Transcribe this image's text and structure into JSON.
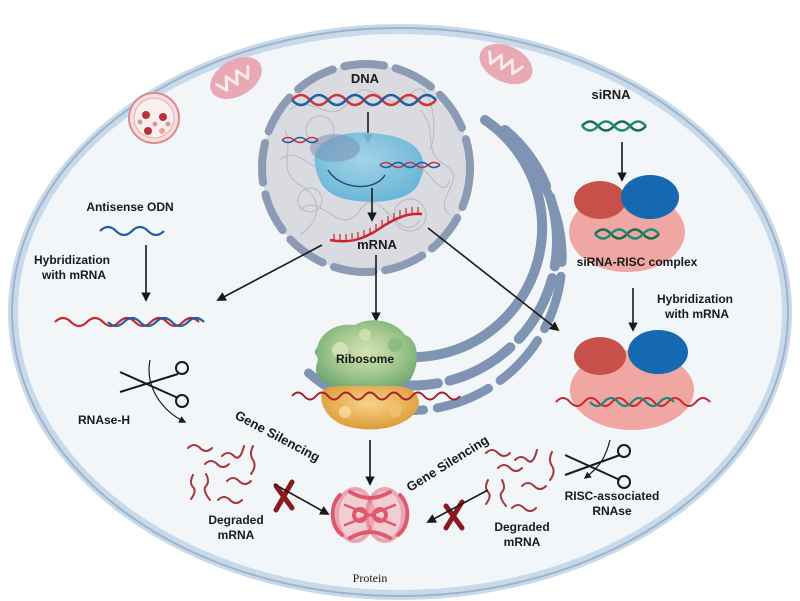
{
  "diagram": {
    "title": "Antisense ODN and siRNA gene silencing mechanisms",
    "labels": {
      "dna": "DNA",
      "mrna": "mRNA",
      "antisense_odn": "Antisense ODN",
      "hybridization_left_line1": "Hybridization",
      "hybridization_left_line2": "with mRNA",
      "rnase_h": "RNAse-H",
      "gene_silencing_left": "Gene Silencing",
      "degraded_left_line1": "Degraded",
      "degraded_left_line2": "mRNA",
      "ribosome": "Ribosome",
      "protein": "Protein",
      "sirna": "siRNA",
      "sirna_risc": "siRNA-RISC complex",
      "hybridization_right_line1": "Hybridization",
      "hybridization_right_line2": "with mRNA",
      "gene_silencing_right": "Gene Silencing",
      "risc_rnase_line1": "RISC-associated",
      "risc_rnase_line2": "RNAse",
      "degraded_right_line1": "Degraded",
      "degraded_right_line2": "mRNA"
    },
    "colors": {
      "cell_fill": "#f2f6f9",
      "cell_membrane": "#a9c3dc",
      "nucleus_fill": "#d9dbe0",
      "nuclear_envelope": "#8c9ab3",
      "er": "#7f93b2",
      "dna_red": "#d1333a",
      "dna_blue": "#1d5fa0",
      "mrna_red": "#c9262d",
      "degraded_mrna": "#a8353a",
      "sirna_green": "#1e6b4a",
      "sirna_teal": "#1e8a7a",
      "risc_red": "#c7504a",
      "risc_blue": "#1569b0",
      "risc_pink": "#f0a7a3",
      "ribosome_green": "#9ec58a",
      "ribosome_orange": "#e9ae4c",
      "protein_pink": "#e0586e",
      "block_x": "#8b1a1f",
      "mitochondria": "#e8a9b5",
      "arrow": "#1a1a1a"
    }
  }
}
